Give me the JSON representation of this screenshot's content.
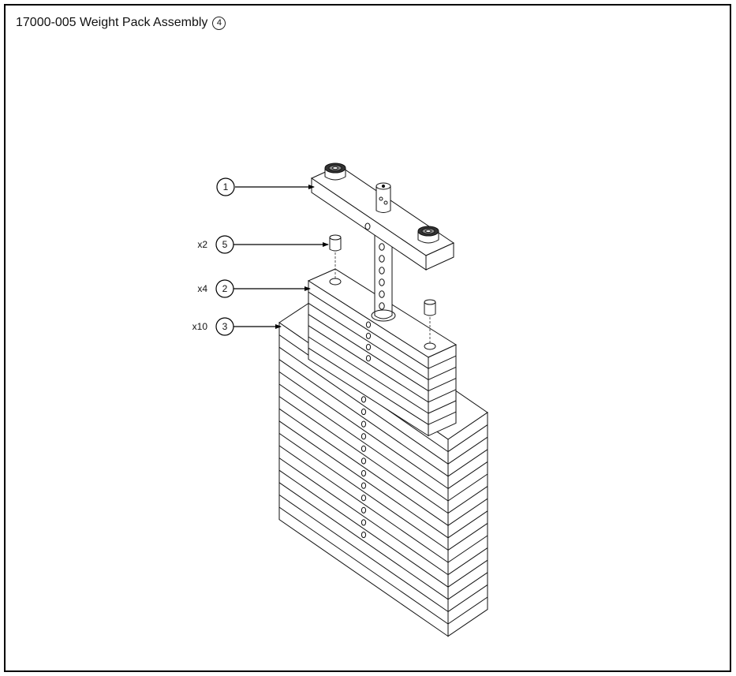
{
  "title": {
    "text": "17000-005 Weight Pack Assembly",
    "badge": "4"
  },
  "callouts": [
    {
      "number": "1",
      "qty": ""
    },
    {
      "number": "5",
      "qty": "x2"
    },
    {
      "number": "2",
      "qty": "x4"
    },
    {
      "number": "3",
      "qty": "x10"
    }
  ]
}
